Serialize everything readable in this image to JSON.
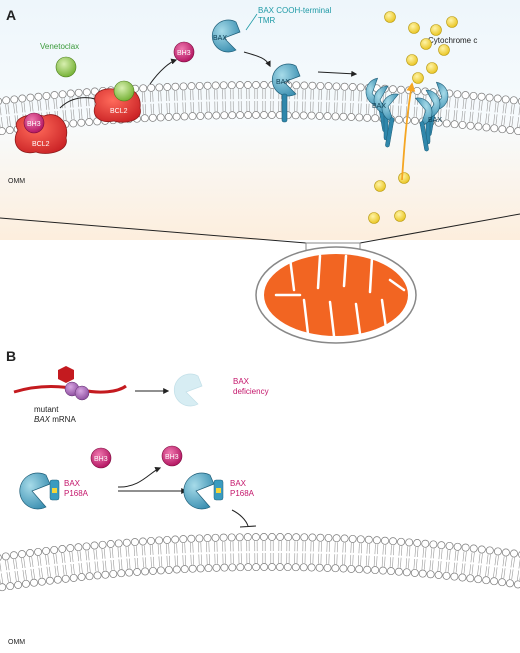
{
  "panel_a": {
    "label": "A",
    "venetoclax": "Venetoclax",
    "bh3": "BH3",
    "bcl2": "BCL2",
    "bax": "BAX",
    "tmr_line1": "BAX COOH-terminal",
    "tmr_line2": "TMR",
    "cytochrome_c": "Cytochrome c",
    "omm": "OMM"
  },
  "panel_b": {
    "label": "B",
    "mutant_line1": "mutant",
    "mutant_gene": "BAX",
    "mutant_rna": " mRNA",
    "bax_line1": "BAX",
    "deficiency": "deficiency",
    "bh3": "BH3",
    "bax_p168a_line1": "BAX",
    "bax_p168a_line2": "P168A",
    "omm": "OMM"
  },
  "colors": {
    "red_protein": "#d9252e",
    "bh3_magenta": "#c4166b",
    "green_drug": "#8cc63f",
    "bax_blue": "#3a9bbf",
    "cyt_yellow": "#f3d63a",
    "mito_orange": "#f26522",
    "label_magenta": "#c4166b",
    "label_teal": "#1f9aa6",
    "label_green": "#3a9a3a"
  }
}
